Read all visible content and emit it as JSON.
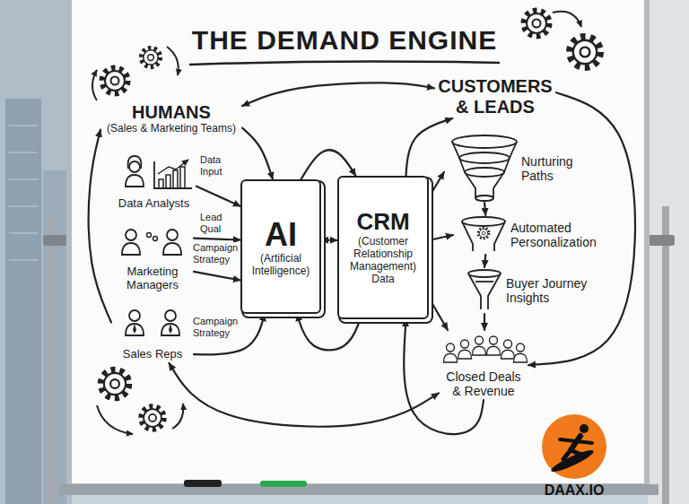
{
  "diagram": {
    "title": "THE DEMAND ENGINE",
    "nodes": [
      {
        "text": [
          "HUMANS",
          "(Sales & Marketing Teams)"
        ]
      },
      {
        "text": [
          "Data Analysts"
        ]
      },
      {
        "text": [
          "Marketing Managers"
        ]
      },
      {
        "text": [
          "Sales Reps"
        ]
      },
      {
        "text": [
          "AI",
          "(Artificial Intelligence)"
        ]
      },
      {
        "text": [
          "CRM",
          "(Customer Relationship Management) Data"
        ]
      },
      {
        "text": [
          "CUSTOMERS & LEADS"
        ]
      },
      {
        "text": [
          "Nurturing Paths"
        ]
      },
      {
        "text": [
          "Automated Personalization"
        ]
      },
      {
        "text": [
          "Buyer Journey Insights"
        ]
      },
      {
        "text": [
          "Closed Deals & Revenue"
        ]
      }
    ],
    "edges": [
      {
        "from": 0,
        "to": 4,
        "arrow": "to"
      },
      {
        "from": 0,
        "to": 6,
        "arrow": "both"
      },
      {
        "from": 1,
        "to": 4,
        "label": "Data Input",
        "arrow": "to"
      },
      {
        "from": 2,
        "to": 4,
        "label": "Lead Qual",
        "arrow": "to"
      },
      {
        "from": 2,
        "to": 4,
        "label": "Campaign Strategy",
        "arrow": "to"
      },
      {
        "from": 3,
        "to": 4,
        "label": "Campaign Strategy",
        "arrow": "to"
      },
      {
        "from": 4,
        "to": 5,
        "arrow": "to"
      },
      {
        "from": 4,
        "to": 5,
        "arrow": "both"
      },
      {
        "from": 5,
        "to": 4,
        "arrow": "to"
      },
      {
        "from": 5,
        "to": 6,
        "arrow": "to"
      },
      {
        "from": 5,
        "to": 7,
        "arrow": "to"
      },
      {
        "from": 5,
        "to": 8,
        "arrow": "to"
      },
      {
        "from": 5,
        "to": 10,
        "arrow": "to"
      },
      {
        "from": 7,
        "to": 8,
        "arrow": "to"
      },
      {
        "from": 8,
        "to": 9,
        "arrow": "to"
      },
      {
        "from": 9,
        "to": 10,
        "arrow": "to"
      },
      {
        "from": 6,
        "to": 10,
        "arrow": "to"
      },
      {
        "from": 10,
        "to": 5,
        "arrow": "to"
      },
      {
        "from": 3,
        "to": 10,
        "arrow": "both"
      },
      {
        "from": 3,
        "to": 0,
        "arrow": "to"
      }
    ],
    "labels": [
      "DAAX.IO"
    ]
  }
}
